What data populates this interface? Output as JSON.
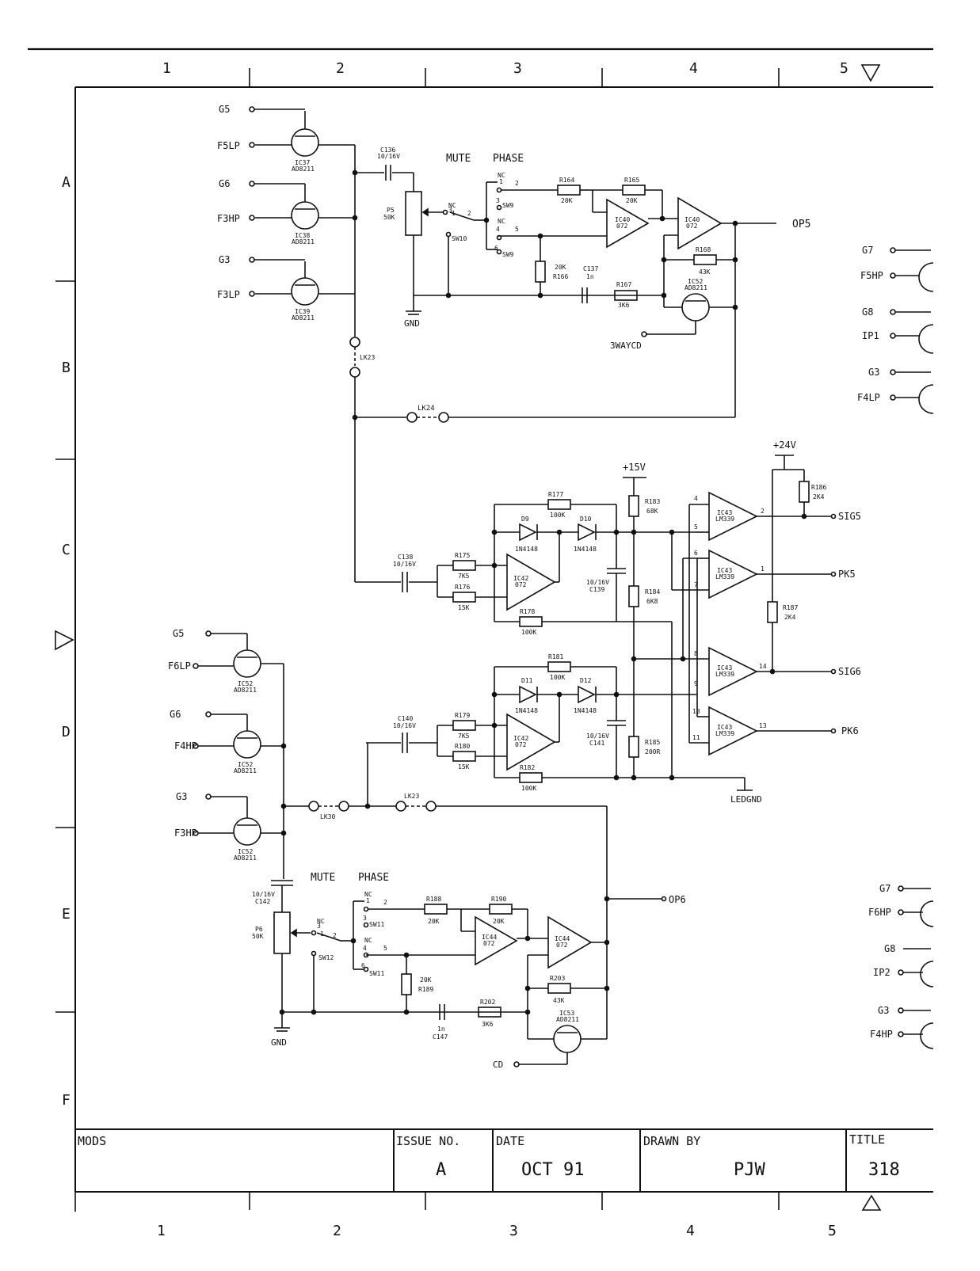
{
  "grid": {
    "columns": [
      "1",
      "2",
      "3",
      "4",
      "5"
    ],
    "rows": [
      "A",
      "B",
      "C",
      "D",
      "E",
      "F"
    ]
  },
  "upper": {
    "inputs": [
      "G5",
      "F5LP",
      "G6",
      "F3HP",
      "G3",
      "F3LP"
    ],
    "switches": [
      "IC37",
      "AD8211",
      "IC38",
      "AD8211",
      "IC39",
      "AD8211"
    ],
    "cap_in": [
      "C136",
      "10/16V"
    ],
    "pot": [
      "P5",
      "50K"
    ],
    "heading": [
      "MUTE",
      "PHASE"
    ],
    "switch_pins": [
      "NC",
      "1",
      "2",
      "3",
      "SW9",
      "NC",
      "4",
      "5",
      "6",
      "SW9",
      "3",
      "NC",
      "1",
      "2",
      "SW10"
    ],
    "r164": [
      "R164",
      "20K"
    ],
    "r165": [
      "R165",
      "20K"
    ],
    "op_a": [
      "IC40",
      "072"
    ],
    "op_b": [
      "IC40",
      "072"
    ],
    "r168": [
      "R168",
      "43K"
    ],
    "r166": [
      "20K",
      "R166"
    ],
    "c137": [
      "C137",
      "1n"
    ],
    "r167": [
      "R167",
      "3K6"
    ],
    "ic52": [
      "IC52",
      "AD8211"
    ],
    "output": "OP5",
    "gnd": "GND",
    "threeway": "3WAYCD",
    "lk23": "LK23",
    "lk24": "LK24"
  },
  "right_edge_top": [
    "G7",
    "F5HP",
    "G8",
    "IP1",
    "G3",
    "F4LP"
  ],
  "right_edge_bottom": [
    "G7",
    "F6HP",
    "G8",
    "IP2",
    "G3",
    "F4HP"
  ],
  "meter": {
    "supply_15": "+15V",
    "supply_24": "+24V",
    "c138": [
      "C138",
      "10/16V"
    ],
    "r175": [
      "R175",
      "7K5"
    ],
    "r176": [
      "R176",
      "15K"
    ],
    "r177": [
      "R177",
      "100K"
    ],
    "r178": [
      "R178",
      "100K"
    ],
    "d9": [
      "D9",
      "1N4148"
    ],
    "d10": [
      "D10",
      "1N4148"
    ],
    "ic42a": [
      "IC42",
      "072"
    ],
    "c139": [
      "10/16V",
      "C139"
    ],
    "r183": [
      "R183",
      "68K"
    ],
    "r184": [
      "R184",
      "6K8"
    ],
    "r185": [
      "R185",
      "200R"
    ],
    "r186": [
      "R186",
      "2K4"
    ],
    "r187": [
      "R187",
      "2K4"
    ],
    "comparators": [
      "IC43",
      "LM339"
    ],
    "outputs": [
      "SIG5",
      "PK5",
      "SIG6",
      "PK6"
    ],
    "comp_pins": [
      "4",
      "5",
      "2",
      "6",
      "7",
      "1",
      "8",
      "9",
      "14",
      "10",
      "11",
      "13"
    ],
    "c140": [
      "C140",
      "10/16V"
    ],
    "r179": [
      "R179",
      "7K5"
    ],
    "r180": [
      "R180",
      "15K"
    ],
    "r181": [
      "R181",
      "100K"
    ],
    "r182": [
      "R182",
      "100K"
    ],
    "d11": [
      "D11",
      "1N4148"
    ],
    "d12": [
      "D12",
      "1N4148"
    ],
    "ic42b": [
      "IC42",
      "072"
    ],
    "c141": [
      "10/16V",
      "C141"
    ],
    "ledgnd": "LEDGND"
  },
  "lower": {
    "inputs": [
      "G5",
      "F6LP",
      "G6",
      "F4HP",
      "G3",
      "F3HP"
    ],
    "switches": [
      "IC52",
      "AD8211",
      "IC52",
      "AD8211",
      "IC52",
      "AD8211"
    ],
    "lk30": "LK30",
    "lk23": "LK23",
    "c142": [
      "10/16V",
      "C142"
    ],
    "pot": [
      "P6",
      "50K"
    ],
    "heading": [
      "MUTE",
      "PHASE"
    ],
    "switch_pins": [
      "NC",
      "1",
      "2",
      "3",
      "SW11",
      "NC",
      "4",
      "5",
      "6",
      "SW11",
      "3",
      "NC",
      "1",
      "2",
      "SW12"
    ],
    "r188": [
      "R188",
      "20K"
    ],
    "r190": [
      "R190",
      "20K"
    ],
    "op_a": [
      "IC44",
      "072"
    ],
    "op_b": [
      "IC44",
      "072"
    ],
    "r203": [
      "R203",
      "43K"
    ],
    "r189": [
      "20K",
      "R189"
    ],
    "c147": [
      "1n",
      "C147"
    ],
    "r202": [
      "R202",
      "3K6"
    ],
    "ic53": [
      "IC53",
      "AD8211"
    ],
    "output": "OP6",
    "gnd": "GND",
    "cd": "CD"
  },
  "title_block": {
    "mods_label": "MODS",
    "issue_label": "ISSUE NO.",
    "issue_value": "A",
    "date_label": "DATE",
    "date_value": "OCT 91",
    "drawn_label": "DRAWN BY",
    "drawn_value": "PJW",
    "title_label": "TITLE",
    "title_value": "318"
  }
}
